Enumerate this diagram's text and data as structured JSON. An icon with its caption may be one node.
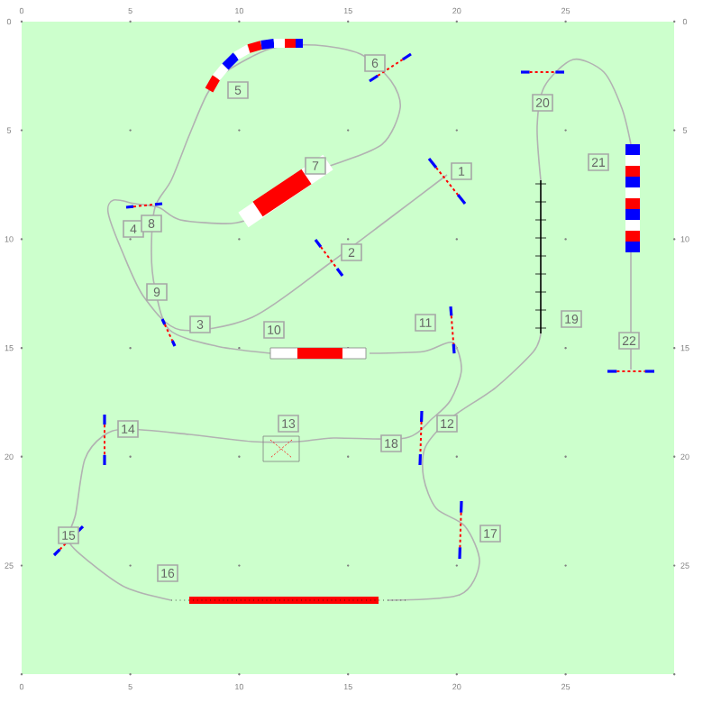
{
  "diagram": {
    "nodes": [
      {
        "text": [
          "1"
        ]
      },
      {
        "text": [
          "2"
        ]
      },
      {
        "text": [
          "3"
        ]
      },
      {
        "text": [
          "4"
        ]
      },
      {
        "text": [
          "5"
        ]
      },
      {
        "text": [
          "6"
        ]
      },
      {
        "text": [
          "7"
        ]
      },
      {
        "text": [
          "8"
        ]
      },
      {
        "text": [
          "9"
        ]
      },
      {
        "text": [
          "10"
        ]
      },
      {
        "text": [
          "11"
        ]
      },
      {
        "text": [
          "12"
        ]
      },
      {
        "text": [
          "13"
        ]
      },
      {
        "text": [
          "14"
        ]
      },
      {
        "text": [
          "15"
        ]
      },
      {
        "text": [
          "16"
        ]
      },
      {
        "text": [
          "17"
        ]
      },
      {
        "text": [
          "18"
        ]
      },
      {
        "text": [
          "19"
        ]
      },
      {
        "text": [
          "20"
        ]
      },
      {
        "text": [
          "21"
        ]
      },
      {
        "text": [
          "22"
        ]
      }
    ],
    "labels": [
      "0",
      "5",
      "10",
      "15",
      "20",
      "25",
      "0",
      "5",
      "10",
      "15",
      "20",
      "25",
      "0",
      "5",
      "10",
      "15",
      "20",
      "25",
      "0",
      "5",
      "10",
      "15",
      "20",
      "25"
    ]
  }
}
